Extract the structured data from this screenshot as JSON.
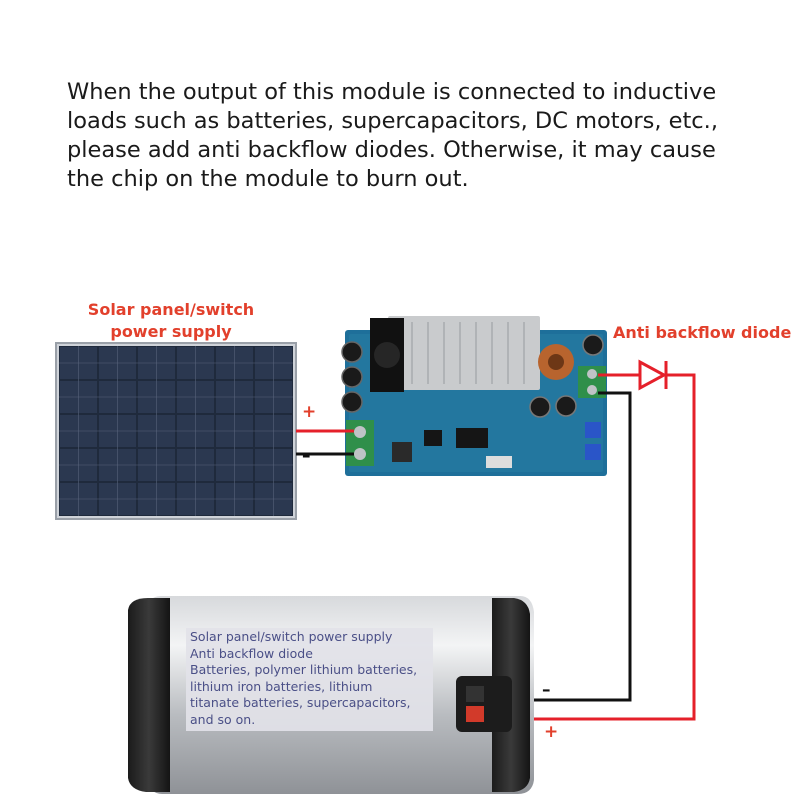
{
  "notice": {
    "lines": [
      "When the output of this module is connected to inductive",
      "loads such as batteries, supercapacitors, DC motors, etc.,",
      "please add anti backflow diodes. Otherwise, it may cause",
      "the chip on the module to burn out."
    ]
  },
  "labels": {
    "solar_line1": "Solar panel/switch",
    "solar_line2": "power supply",
    "diode": "Anti backflow diode",
    "plus": "+",
    "minus": "–"
  },
  "battery_box": {
    "lines": [
      "Solar panel/switch power supply",
      "Anti backflow diode",
      "Batteries, polymer lithium batteries,",
      "lithium iron batteries, lithium",
      "titanate batteries, supercapacitors,",
      "and so on."
    ]
  },
  "colors": {
    "accent_red": "#e2402c",
    "wire_red": "#e5202a",
    "wire_black": "#111111",
    "pcb_blue": "#1e6f9a",
    "battery_text": "#4a4f87"
  },
  "icons": [
    "solar-panel-icon",
    "converter-module-icon",
    "diode-icon",
    "battery-pack-icon"
  ]
}
